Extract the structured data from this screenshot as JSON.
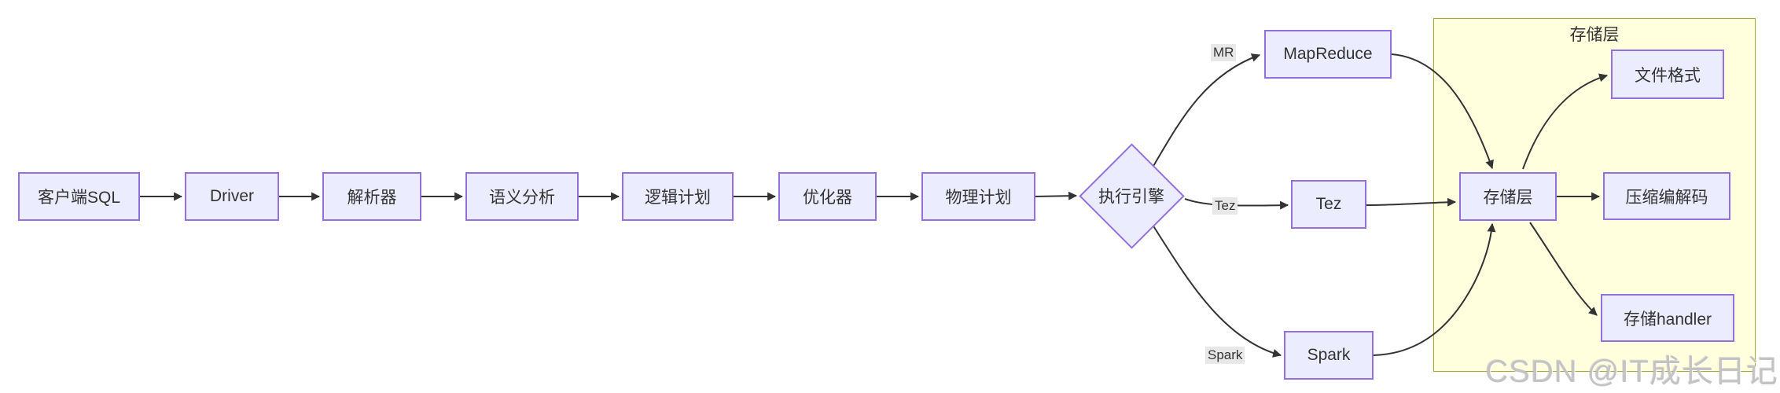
{
  "diagram": {
    "nodes": {
      "client_sql": "客户端SQL",
      "driver": "Driver",
      "parser": "解析器",
      "semantic": "语义分析",
      "logical_plan": "逻辑计划",
      "optimizer": "优化器",
      "physical_plan": "物理计划",
      "exec_engine": "执行引擎",
      "mapreduce": "MapReduce",
      "tez": "Tez",
      "spark": "Spark",
      "storage": "存储层",
      "file_format": "文件格式",
      "compression": "压缩编解码",
      "storage_handler": "存储handler"
    },
    "cluster": {
      "label": "存储层"
    },
    "edge_labels": {
      "mr": "MR",
      "tez": "Tez",
      "spark": "Spark"
    },
    "edges": [
      {
        "from": "客户端SQL",
        "to": "Driver"
      },
      {
        "from": "Driver",
        "to": "解析器"
      },
      {
        "from": "解析器",
        "to": "语义分析"
      },
      {
        "from": "语义分析",
        "to": "逻辑计划"
      },
      {
        "from": "逻辑计划",
        "to": "优化器"
      },
      {
        "from": "优化器",
        "to": "物理计划"
      },
      {
        "from": "物理计划",
        "to": "执行引擎"
      },
      {
        "from": "执行引擎",
        "to": "MapReduce",
        "label": "MR"
      },
      {
        "from": "执行引擎",
        "to": "Tez",
        "label": "Tez"
      },
      {
        "from": "执行引擎",
        "to": "Spark",
        "label": "Spark"
      },
      {
        "from": "MapReduce",
        "to": "存储层"
      },
      {
        "from": "Tez",
        "to": "存储层"
      },
      {
        "from": "Spark",
        "to": "存储层"
      },
      {
        "from": "存储层",
        "to": "文件格式"
      },
      {
        "from": "存储层",
        "to": "压缩编解码"
      },
      {
        "from": "存储层",
        "to": "存储handler"
      }
    ],
    "colors": {
      "node_fill": "#ECECFF",
      "node_border": "#9370DB",
      "cluster_fill": "#FFFFDE",
      "cluster_border": "#AAAA33",
      "edge": "#333333",
      "edge_label_bg": "#E8E8E8",
      "text": "#333333"
    }
  },
  "watermark": {
    "text": "CSDN @IT成长日记"
  }
}
